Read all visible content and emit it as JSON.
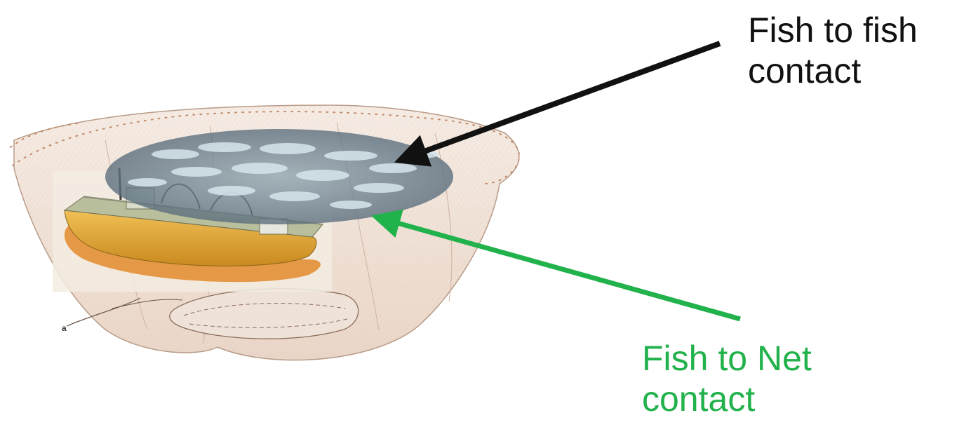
{
  "labels": {
    "fish_to_fish": {
      "line1": "Fish to fish",
      "line2": "contact"
    },
    "fish_to_net": {
      "line1": "Fish to Net",
      "line2": "contact"
    },
    "net_marker": "a"
  },
  "colors": {
    "fish_to_fish_arrow": "#111111",
    "fish_to_net_arrow": "#22b24c",
    "net_fill": "#efe1d6",
    "net_edge": "#b89a86",
    "float_dots": "#d9874a",
    "fish_zone": "#5b6f80",
    "boat_hull": "#e0a83a",
    "boat_deck": "#b7bd9a"
  },
  "icons": {
    "net": "purse-seine-net-illustration",
    "boat": "fishing-vessel-illustration",
    "fish_school": "fish-school-illustration"
  }
}
